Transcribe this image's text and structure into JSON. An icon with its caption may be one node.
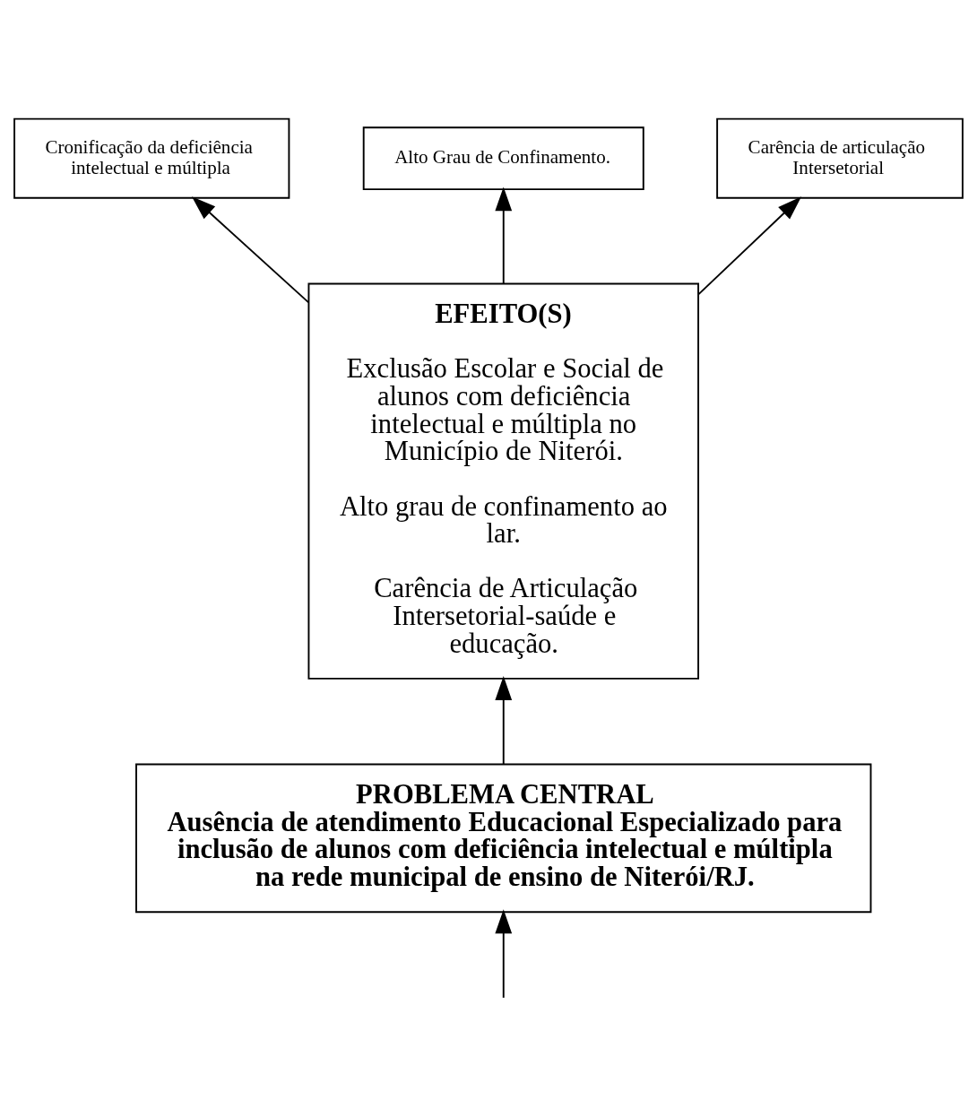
{
  "diagram": {
    "nodes": [
      {
        "text": [
          "Cronificação da deficiência intelectual e múltipla"
        ]
      },
      {
        "text": [
          "Alto Grau de Confinamento."
        ]
      },
      {
        "text": [
          "Carência de articulação Intersetorial"
        ]
      },
      {
        "text": [
          "EFEITO(S)",
          "Exclusão Escolar e Social de alunos com deficiência intelectual e múltipla no Município de Niterói.",
          "Alto grau de confinamento ao lar.",
          "Carência de Articulação Intersetorial-saúde e educação."
        ]
      },
      {
        "text": [
          "PROBLEMA CENTRAL",
          "Ausência de atendimento Educacional Especializado para inclusão de alunos com deficiência intelectual e múltipla na rede municipal de ensino de Niterói/RJ."
        ]
      }
    ],
    "edges": [
      {
        "from": 3,
        "to": 0,
        "arrow": "to"
      },
      {
        "from": 3,
        "to": 1,
        "arrow": "to"
      },
      {
        "from": 3,
        "to": 2,
        "arrow": "to"
      },
      {
        "from": 4,
        "to": 3,
        "arrow": "to"
      },
      {
        "from": null,
        "to": 4,
        "arrow": "to"
      }
    ]
  }
}
